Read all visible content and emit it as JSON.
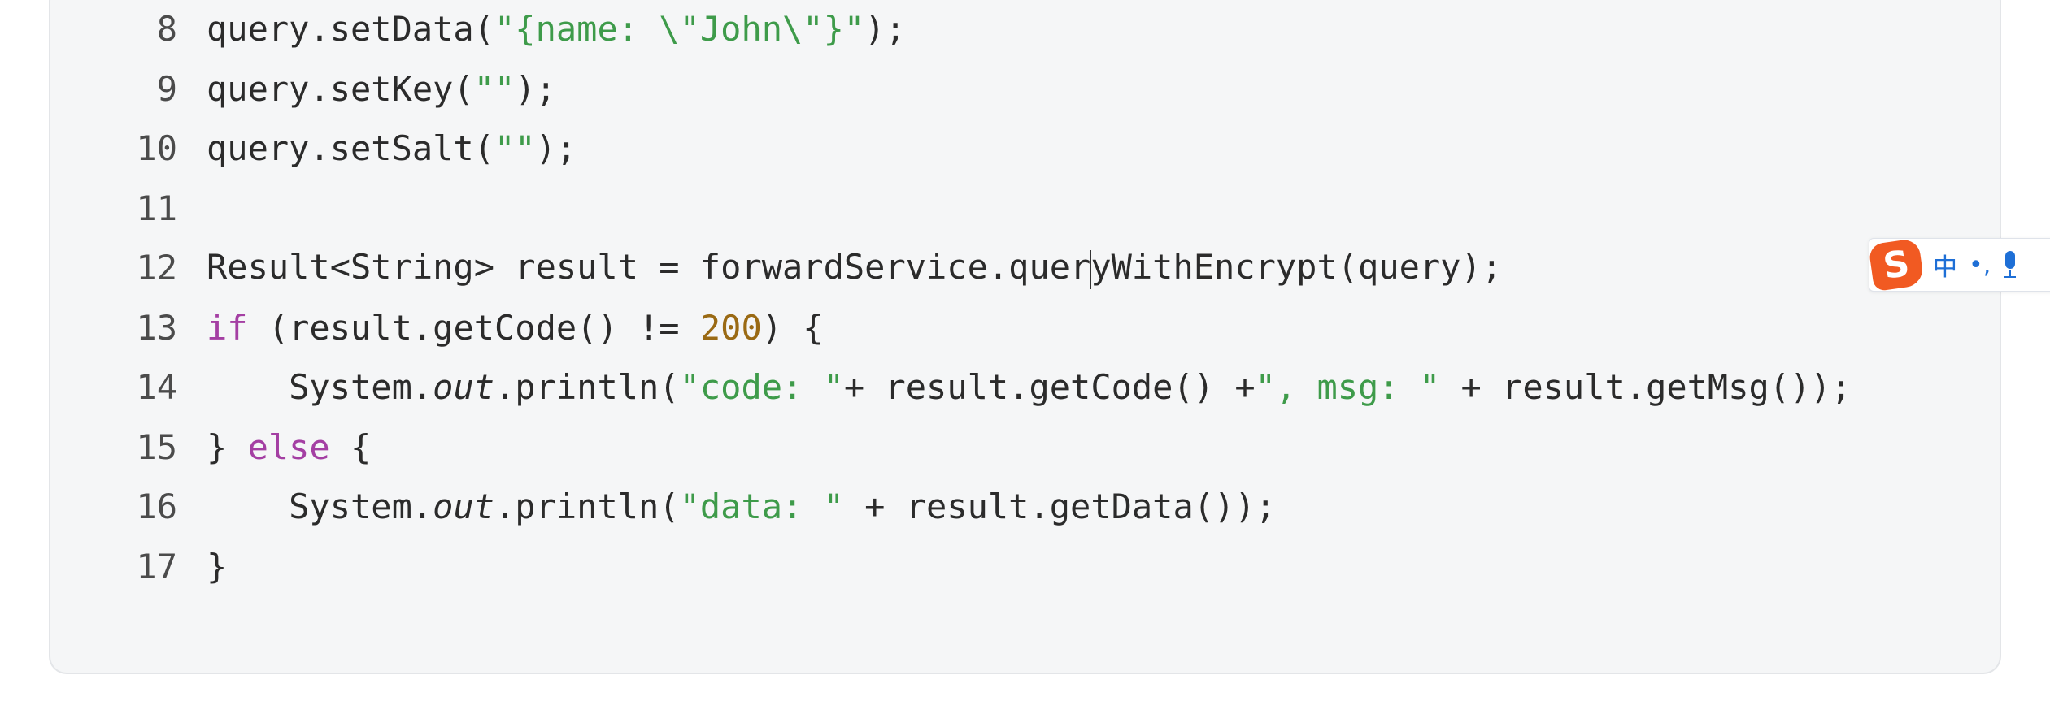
{
  "code": {
    "lines": [
      {
        "n": "8",
        "segs": [
          "query.setData(",
          "\"{name: \\\"John\\\"}\"",
          ");"
        ]
      },
      {
        "n": "9",
        "segs": [
          "query.setKey(",
          "\"\"",
          ");"
        ]
      },
      {
        "n": "10",
        "segs": [
          "query.setSalt(",
          "\"\"",
          ");"
        ]
      },
      {
        "n": "11",
        "segs": []
      },
      {
        "n": "12",
        "segs": [
          "Result<String> result = forwardService.quer",
          "yWithEncrypt(query);"
        ]
      },
      {
        "n": "13",
        "segs": [
          "if",
          " (result.getCode() != ",
          "200",
          ") {"
        ]
      },
      {
        "n": "14",
        "segs": [
          "    System.",
          "out",
          ".println(",
          "\"code: \"",
          "+ result.getCode() +",
          "\", msg: \"",
          " + result.getMsg());"
        ]
      },
      {
        "n": "15",
        "segs": [
          "} ",
          "else",
          " {"
        ]
      },
      {
        "n": "16",
        "segs": [
          "    System.",
          "out",
          ".println(",
          "\"data: \"",
          " + result.getData());"
        ]
      },
      {
        "n": "17",
        "segs": [
          "}"
        ]
      }
    ]
  },
  "ime": {
    "logo_letter": "S",
    "mode_label": "中",
    "punct_label": "•,",
    "icon": "microphone-icon"
  },
  "colors": {
    "string": "#3e9b4a",
    "keyword": "#a43fa3",
    "number": "#9a6a14",
    "panel_bg": "#f5f6f7",
    "ime_logo": "#f15a22",
    "ime_accent": "#1e6fd6"
  }
}
